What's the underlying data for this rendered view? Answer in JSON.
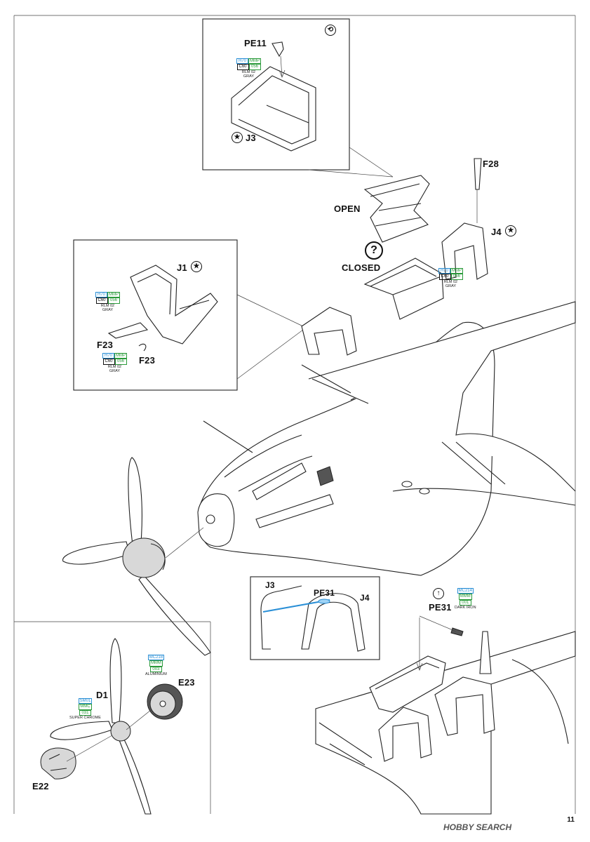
{
  "page_number": "11",
  "watermark": "HOBBY SEARCH",
  "labels": {
    "pe11": "PE11",
    "j3_top": "J3",
    "open": "OPEN",
    "closed": "CLOSED",
    "f28": "F28",
    "j4_right": "J4",
    "j1": "J1",
    "f23_left": "F23",
    "f23_right": "F23",
    "j3_inset": "J3",
    "pe31_inset": "PE31",
    "j4_inset": "J4",
    "pe31_right": "PE31",
    "d1": "D1",
    "e23": "E23",
    "e22": "E22"
  },
  "paint_callouts": {
    "pe11": {
      "codes": [
        "H70",
        "MMP",
        "C60",
        "056"
      ],
      "name_lines": [
        "RLM 02",
        "GRAY"
      ]
    },
    "j4": {
      "codes": [
        "H70",
        "MMP",
        "C60",
        "056"
      ],
      "name_lines": [
        "RLM 02",
        "GRAY"
      ]
    },
    "j1": {
      "codes": [
        "H70",
        "MMP",
        "C60",
        "056"
      ],
      "name_lines": [
        "RLM 02",
        "GRAY"
      ]
    },
    "f23": {
      "codes": [
        "H70",
        "MMP",
        "C60",
        "056"
      ],
      "name_lines": [
        "RLM 02",
        "GRAY"
      ]
    },
    "pe31": {
      "codes": [
        "MC214",
        "MMM",
        "001"
      ],
      "name_lines": [
        "DARK IRON"
      ]
    },
    "e23": {
      "codes": [
        "MC218",
        "MMM",
        "003"
      ],
      "name_lines": [
        "ALUMINIUM"
      ]
    },
    "d1": {
      "codes": [
        "SM01",
        "MMC",
        "031"
      ],
      "name_lines": [
        "SUPER CHROME"
      ]
    }
  },
  "symbols": {
    "question": "?",
    "star": "★",
    "arrow_up": "↑",
    "rotate": "⟲"
  }
}
